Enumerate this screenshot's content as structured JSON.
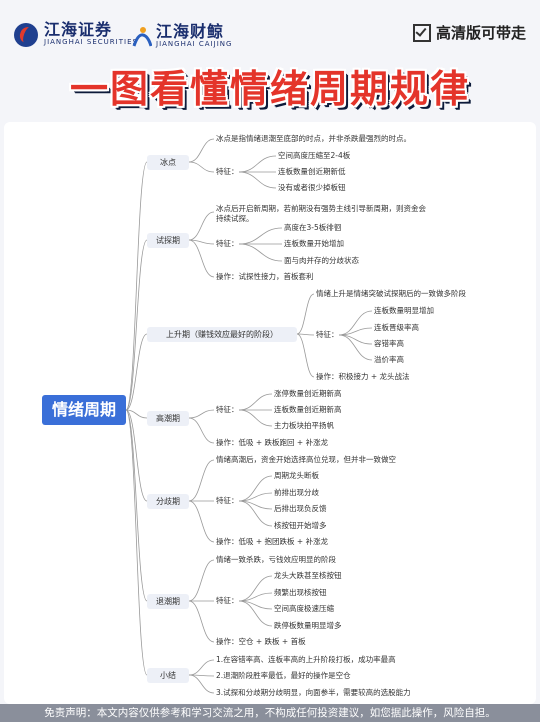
{
  "header": {
    "logo_left_cn": "江海证券",
    "logo_left_en": "JIANGHAI SECURITIES",
    "logo_right_cn": "江海财鲸",
    "logo_right_en": "JIANGHAI CAIJING",
    "badge": "高清版可带走"
  },
  "title": "一图看懂情绪周期规律",
  "root": "情绪周期",
  "branches": {
    "b1": "冰点",
    "b2": "试探期",
    "b3": "上升期（赚钱效应最好的阶段）",
    "b4": "高潮期",
    "b5": "分歧期",
    "b6": "退潮期",
    "b7": "小结"
  },
  "nodes": {
    "b1_desc": "冰点是指情绪退潮至底部的时点，并非杀跌最强烈的时点。",
    "b1_feat": "特征：",
    "b1_f1": "空间高度压缩至2-4板",
    "b1_f2": "连板数量创近期新低",
    "b1_f3": "没有或者很少掉板钮",
    "b2_desc1": "冰点后开启新周期，若前期没有强势主线引导新周期，则资金会",
    "b2_desc2": "持续试探。",
    "b2_feat": "特征：",
    "b2_f1": "高度在3-5板徘徊",
    "b2_f2": "连板数量开始增加",
    "b2_f3": "面与肉并存的分歧状态",
    "b2_op": "操作：试探性接力，首板套利",
    "b3_desc": "情绪上升是情绪突破试探期后的一致做多阶段",
    "b3_feat": "特征：",
    "b3_f1": "连板数量明显增加",
    "b3_f2": "连板晋级率高",
    "b3_f3": "容错率高",
    "b3_f4": "溢价率高",
    "b3_op": "操作：积极接力 + 龙头战法",
    "b4_feat": "特征：",
    "b4_f1": "涨停数量创近期新高",
    "b4_f2": "连板数量创近期新高",
    "b4_f3": "主力板块拍平扬帆",
    "b4_op": "操作：低吸 + 跌板跑回 + 补涨龙",
    "b5_desc": "情绪高潮后，资金开始选择高位兑现，但并非一致做空",
    "b5_feat": "特征：",
    "b5_f1": "周期龙头断板",
    "b5_f2": "前排出现分歧",
    "b5_f3": "后排出现负反馈",
    "b5_f4": "核按钮开始增多",
    "b5_op": "操作：低吸 + 抱团跌板 + 补涨龙",
    "b6_desc": "情绪一致杀跌，亏钱效应明显的阶段",
    "b6_feat": "特征：",
    "b6_f1": "龙头大跌甚至核按钮",
    "b6_f2": "频繁出现核按钮",
    "b6_f3": "空间高度极速压缩",
    "b6_f4": "跌停板数量明显增多",
    "b6_op": "操作：空仓 + 跌板 + 首板",
    "b7_s1": "1.在容错率高、连板率高的上升阶段打板，成功率最高",
    "b7_s2": "2.退潮阶段胜率最低，最好的操作是空仓",
    "b7_s3": "3.试探和分歧期分歧明显，向面参半，需要较高的选股能力"
  },
  "footer": "免责声明：本文内容仅供参考和学习交流之用，不构成任何投资建议，如您据此操作，风险自担。",
  "colors": {
    "accent": "#3a6fd8",
    "title_red": "#e4342a",
    "line": "#999999"
  }
}
